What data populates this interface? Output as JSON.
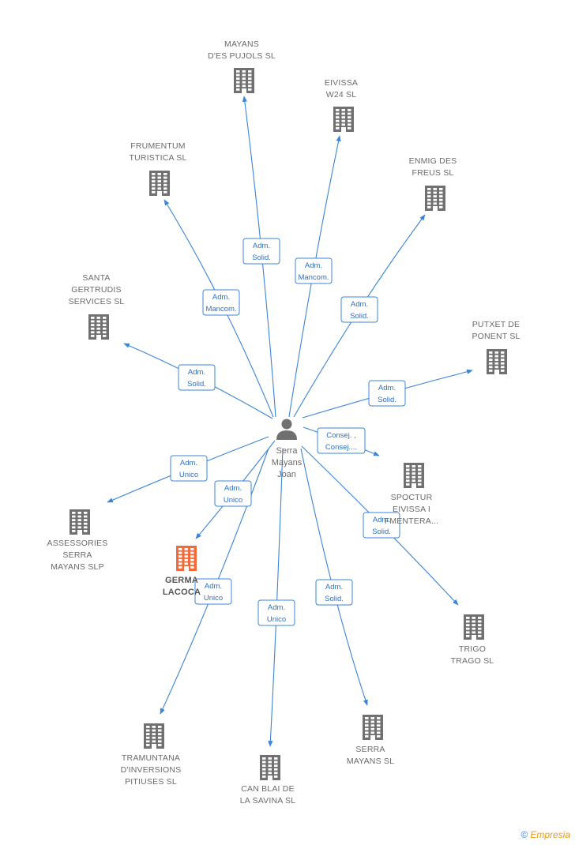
{
  "center": {
    "name_lines": [
      "Serra",
      "Mayans",
      "Joan"
    ],
    "icon": "person-icon"
  },
  "companies": [
    {
      "id": "mayans",
      "label": [
        "MAYANS",
        "D'ES PUJOLS SL"
      ],
      "icon": "building-icon"
    },
    {
      "id": "eivissa",
      "label": [
        "EIVISSA",
        "W24 SL"
      ],
      "icon": "building-icon"
    },
    {
      "id": "frumentum",
      "label": [
        "FRUMENTUM",
        "TURISTICA SL"
      ],
      "icon": "building-icon"
    },
    {
      "id": "enmig",
      "label": [
        "ENMIG DES",
        "FREUS SL"
      ],
      "icon": "building-icon"
    },
    {
      "id": "santa",
      "label": [
        "SANTA",
        "GERTRUDIS",
        "SERVICES SL"
      ],
      "icon": "building-icon"
    },
    {
      "id": "putxet",
      "label": [
        "PUTXET DE",
        "PONENT  SL"
      ],
      "icon": "building-icon"
    },
    {
      "id": "spoctur",
      "label": [
        "SPOCTUR",
        "EIVISSA I",
        "FMENTERA..."
      ],
      "icon": "building-icon"
    },
    {
      "id": "assessories",
      "label": [
        "ASSESSORIES",
        "SERRA",
        "MAYANS SLP"
      ],
      "icon": "building-icon"
    },
    {
      "id": "germa",
      "label": [
        "GERMA",
        "LACOCA"
      ],
      "icon": "building-icon",
      "highlight": true
    },
    {
      "id": "trigo",
      "label": [
        "TRIGO",
        "TRAGO SL"
      ],
      "icon": "building-icon"
    },
    {
      "id": "tramuntana",
      "label": [
        "TRAMUNTANA",
        "D'INVERSIONS",
        "PITIUSES  SL"
      ],
      "icon": "building-icon"
    },
    {
      "id": "canblai",
      "label": [
        "CAN BLAI DE",
        "LA SAVINA SL"
      ],
      "icon": "building-icon"
    },
    {
      "id": "serramayans",
      "label": [
        "SERRA",
        "MAYANS SL"
      ],
      "icon": "building-icon"
    }
  ],
  "relations": [
    {
      "to": "mayans",
      "label": [
        "Adm.",
        "Solid."
      ]
    },
    {
      "to": "eivissa",
      "label": [
        "Adm.",
        "Mancom."
      ]
    },
    {
      "to": "frumentum",
      "label": [
        "Adm.",
        "Mancom."
      ]
    },
    {
      "to": "enmig",
      "label": [
        "Adm.",
        "Solid."
      ]
    },
    {
      "to": "santa",
      "label": [
        "Adm.",
        "Solid."
      ]
    },
    {
      "to": "putxet",
      "label": [
        "Adm.",
        "Solid."
      ]
    },
    {
      "to": "spoctur",
      "label": [
        "Consej. ,",
        "Consej...."
      ]
    },
    {
      "to": "assessories",
      "label": [
        "Adm.",
        "Unico"
      ]
    },
    {
      "to": "germa",
      "label": [
        "Adm.",
        "Unico"
      ]
    },
    {
      "to": "trigo",
      "label": [
        "Adm.",
        "Solid."
      ]
    },
    {
      "to": "tramuntana",
      "label": [
        "Adm.",
        "Unico"
      ]
    },
    {
      "to": "canblai",
      "label": [
        "Adm.",
        "Unico"
      ]
    },
    {
      "to": "serramayans",
      "label": [
        "Adm.",
        "Solid."
      ]
    }
  ],
  "colors": {
    "edge": "#3b84d8",
    "building": "#707070",
    "highlight": "#f26a3a",
    "person": "#707070"
  },
  "footer": {
    "copyright": "©",
    "brand": "Empresia"
  }
}
